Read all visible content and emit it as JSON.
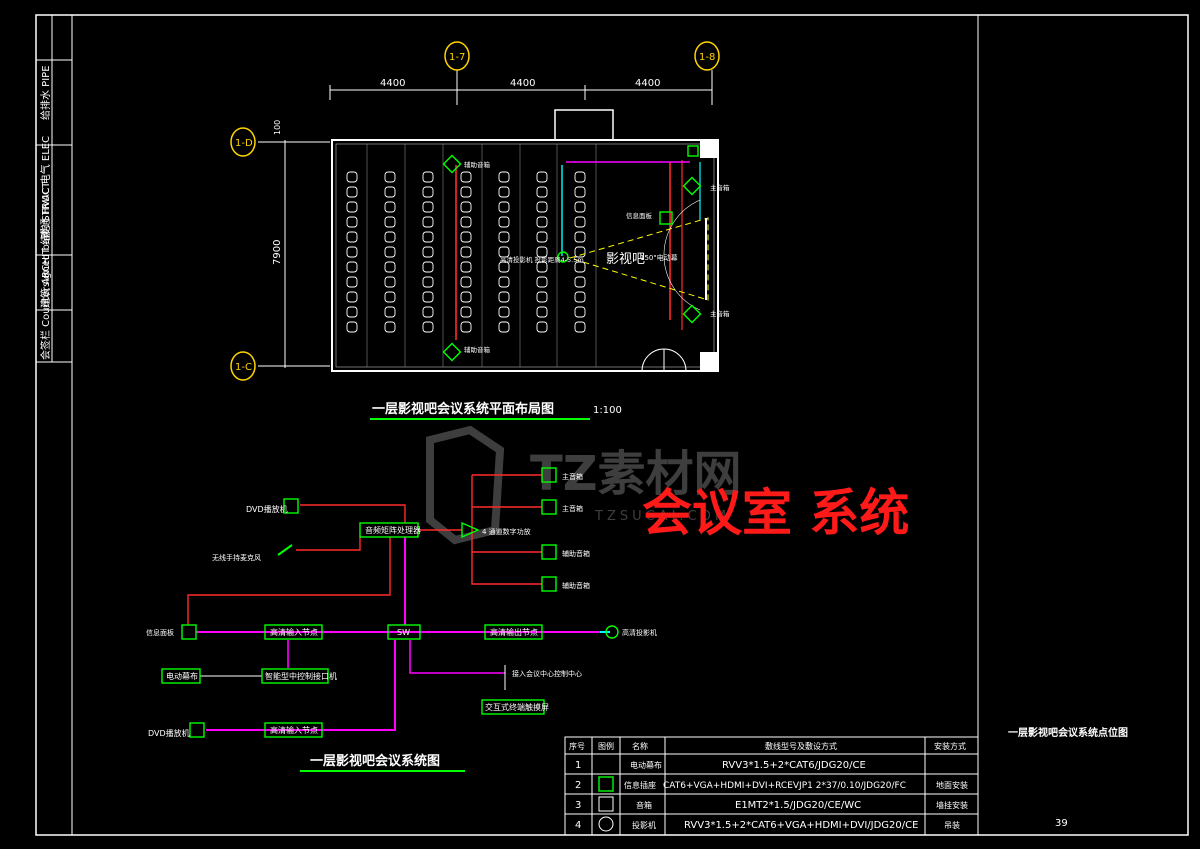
{
  "side_labels": {
    "plumbing": "给排水 PIPE",
    "hvac_elec": "暖通 HVAC 电气 ELEC",
    "arch_struct": "建筑 ARCHIT 结构 STRUCT",
    "sign": "会签栏 Countersigned bar"
  },
  "plan": {
    "axis_top_left": "1-7",
    "axis_top_right": "1-8",
    "axis_left_top": "1-D",
    "axis_left_bottom": "1-C",
    "dim_1": "4400",
    "dim_2": "4400",
    "dim_3": "4400",
    "dim_height": "7900",
    "dim_small": "100",
    "room_label": "影视吧",
    "screen_label": "150\"电动幕",
    "projector_label": "高清投影机 投影距离4-5.5m",
    "label_main_spk_top": "主音箱",
    "label_main_spk_bottom": "主音箱",
    "label_info_box": "信息面板",
    "label_aux_spk_top": "辅助音箱",
    "label_aux_spk_bottom": "辅助音箱",
    "title": "一层影视吧会议系统平面布局图",
    "scale": "1:100"
  },
  "system": {
    "dvd_top": "DVD播放机",
    "wireless_mic": "无线手持麦克风",
    "audio_matrix": "音频矩阵处理器",
    "amp": "4 通道数字功放",
    "spk_1": "主音箱",
    "spk_2": "主音箱",
    "spk_3": "辅助音箱",
    "spk_4": "辅助音箱",
    "info_box": "信息面板",
    "hd_in_1": "高清输入节点",
    "sw": "SW",
    "hd_out": "高清输出节点",
    "projector": "高清投影机",
    "screen_ctrl": "电动幕布",
    "central_ctrl": "智能型中控制接口机",
    "network": "接入会议中心控制中心",
    "touch": "交互式终端触摸屏",
    "dvd_bottom": "DVD播放机",
    "hd_in_2": "高清输入节点",
    "title": "一层影视吧会议系统图"
  },
  "watermark": {
    "brand": "TZ素材网",
    "url": "TZSUCAI.COM",
    "overlay": "会议室 系统"
  },
  "legend": {
    "headers": [
      "序号",
      "图例",
      "名称",
      "敷线型号及敷设方式",
      "安装方式"
    ],
    "rows": [
      {
        "no": "1",
        "name": "电动幕布",
        "spec": "RVV3*1.5+2*CAT6/JDG20/CE",
        "install": ""
      },
      {
        "no": "2",
        "name": "信息插座",
        "spec": "CAT6+VGA+HDMI+DVI+RCEVJP1 2*37/0.10/JDG20/FC",
        "install": "地面安装"
      },
      {
        "no": "3",
        "name": "音箱",
        "spec": "E1MT2*1.5/JDG20/CE/WC",
        "install": "墙挂安装"
      },
      {
        "no": "4",
        "name": "投影机",
        "spec": "RVV3*1.5+2*CAT6+VGA+HDMI+DVI/JDG20/CE",
        "install": "吊装"
      }
    ]
  },
  "title_block": {
    "drawing_title": "一层影视吧会议系统点位图",
    "page": "39"
  }
}
